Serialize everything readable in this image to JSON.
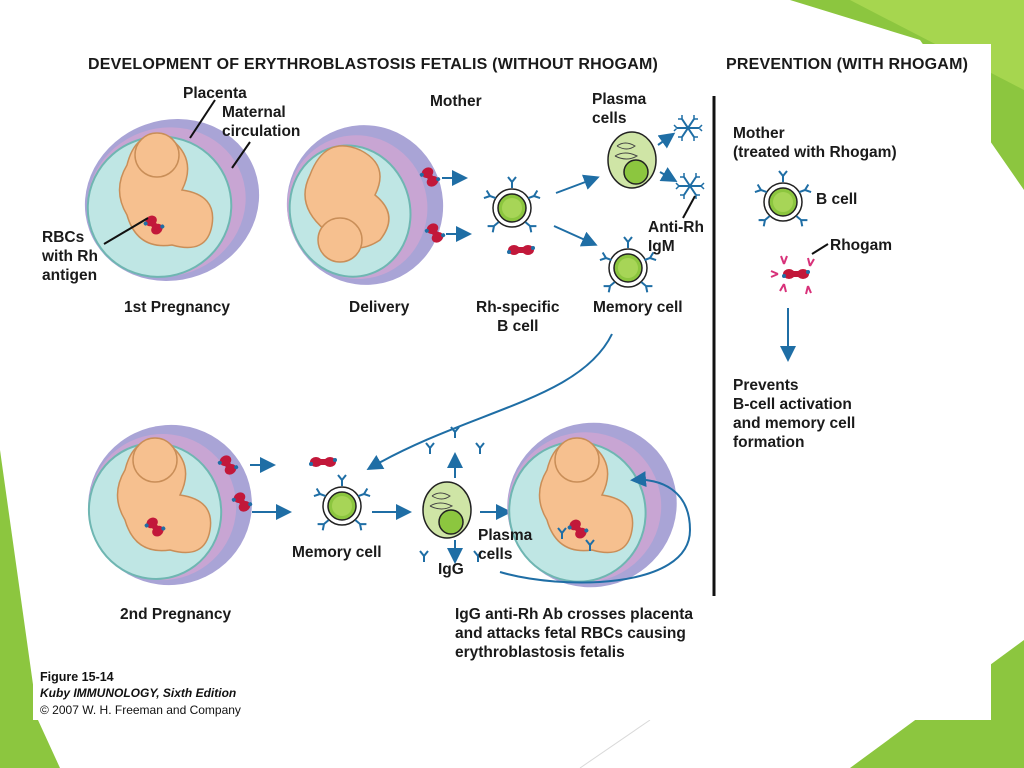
{
  "theme": {
    "accent_green": "#8cc63f",
    "arrow_blue": "#1f6ea5",
    "rbc_red": "#c2183a",
    "rhogam_pink": "#d8327a"
  },
  "titles": {
    "development": "DEVELOPMENT OF ERYTHROBLASTOSIS FETALIS (WITHOUT RHOGAM)",
    "prevention": "PREVENTION (WITH RHOGAM)"
  },
  "labels": {
    "placenta": "Placenta",
    "maternal_circulation": "Maternal\ncirculation",
    "rbcs_rh": "RBCs\nwith Rh\nantigen",
    "first_pregnancy": "1st Pregnancy",
    "mother": "Mother",
    "delivery": "Delivery",
    "plasma_cells_top": "Plasma\ncells",
    "anti_rh_igm": "Anti-Rh\nIgM",
    "rh_specific_b_cell": "Rh-specific\nB cell",
    "memory_cell_top": "Memory cell",
    "second_pregnancy": "2nd Pregnancy",
    "memory_cell_bottom": "Memory cell",
    "plasma_cells_bottom": "Plasma\ncells",
    "igg": "IgG",
    "igg_crosses": "IgG anti-Rh Ab crosses placenta\nand attacks fetal RBCs causing\nerythroblastosis fetalis",
    "mother_treated": "Mother\n(treated with Rhogam)",
    "b_cell": "B cell",
    "rhogam": "Rhogam",
    "prevents": "Prevents\nB-cell activation\nand memory cell\nformation"
  },
  "caption": {
    "figure": "Figure 15-14",
    "book": "Kuby IMMUNOLOGY, Sixth Edition",
    "copyright": "© 2007 W. H. Freeman and Company"
  }
}
